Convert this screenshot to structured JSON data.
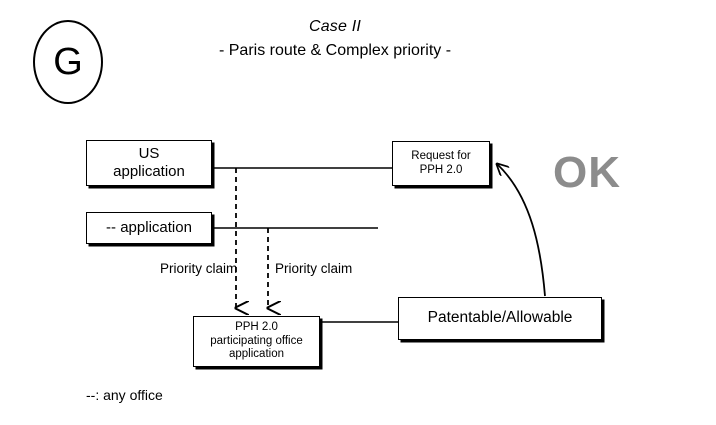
{
  "header": {
    "badge_letter": "G",
    "title": "Case II",
    "subtitle": "- Paris route & Complex priority -"
  },
  "nodes": {
    "us_application": {
      "line1": "US",
      "line2": "application"
    },
    "any_application": {
      "line1": "-- application"
    },
    "request_pph": {
      "line1": "Request for",
      "line2": "PPH 2.0"
    },
    "pph_office_application": {
      "line1": "PPH 2.0",
      "line2": "participating office",
      "line3": "application"
    },
    "patentable": {
      "line1": "Patentable/Allowable"
    }
  },
  "edge_labels": {
    "priority_claim_left": {
      "line1": "Priority",
      "line2": "claim"
    },
    "priority_claim_right": {
      "line1": "Priority",
      "line2": "claim"
    }
  },
  "stamp": {
    "ok_text": "OK",
    "ok_color": "#8c8c8c"
  },
  "legend": {
    "text": "--: any office"
  },
  "colors": {
    "stroke": "#000000",
    "background": "#ffffff",
    "stamp_gray": "#8c8c8c"
  }
}
